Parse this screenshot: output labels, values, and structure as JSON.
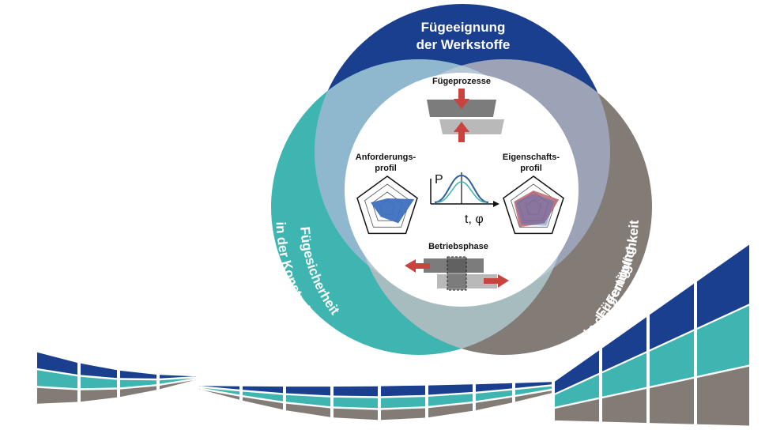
{
  "labels": {
    "top_line1": "Fügeeignung",
    "top_line2": "der Werkstoffe",
    "left_line1": "Fügesicherheit",
    "left_line2": "in der Konstruktion",
    "right_line1": "Fügemöglichkeit",
    "right_line2": "in der Fertigung",
    "process": "Fügeprozesse",
    "requirement_line1": "Anforderungs-",
    "requirement_line2": "profil",
    "property_line1": "Eigenschafts-",
    "property_line2": "profil",
    "probability": "P",
    "axis": "t, φ",
    "operation": "Betriebsphase"
  },
  "colors": {
    "blue": "#1b3f8f",
    "teal": "#3eb5b1",
    "gray": "#837b76",
    "arrow_red": "#c9443f",
    "bar_dark": "#7c7c7c",
    "bar_light": "#b9b9b9",
    "profile_blue": "#3d6fbf",
    "profile_red": "#c0646e"
  },
  "icons": {
    "process": "pressing-arrows-icon",
    "requirement": "radar-profile-icon",
    "property": "radar-profile-icon",
    "distribution": "bell-curve-icon",
    "operation": "shear-arrows-icon"
  }
}
